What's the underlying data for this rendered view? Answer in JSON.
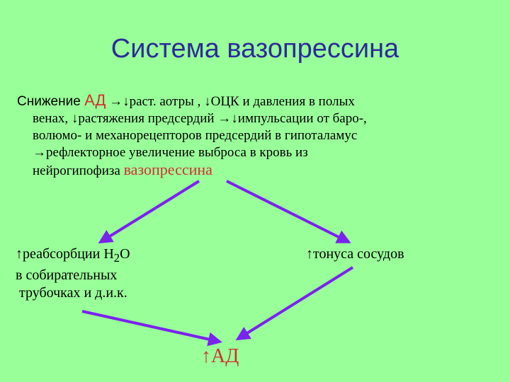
{
  "title": "Система вазопрессина",
  "paragraph": {
    "lead_word": "Снижение ",
    "lead_ad": "АД",
    "l1_rest": " →↓раст. аотры , ↓ОЦК и давления в полых",
    "l2": "венах, ↓растяжения предсердий →↓импульсации от баро-,",
    "l3": "волюмо- и механорецепторов предсердий в гипоталамус",
    "l4": "→рефлекторное увеличение выброса в кровь из",
    "l5_text": "нейрогипофиза  ",
    "l5_vaso": "вазопрессина"
  },
  "node_left": {
    "l1_pre": "↑реабсорбции Н",
    "l1_sub": "2",
    "l1_post": "О",
    "l2": "в собирательных",
    "l3": " трубочках и д.и.к."
  },
  "node_right": "↑тонуса сосудов",
  "node_bottom": "↑АД",
  "colors": {
    "background": "#99ff99",
    "title": "#2b2b9a",
    "accent": "#d03030",
    "arrow": "#7a22ee"
  }
}
